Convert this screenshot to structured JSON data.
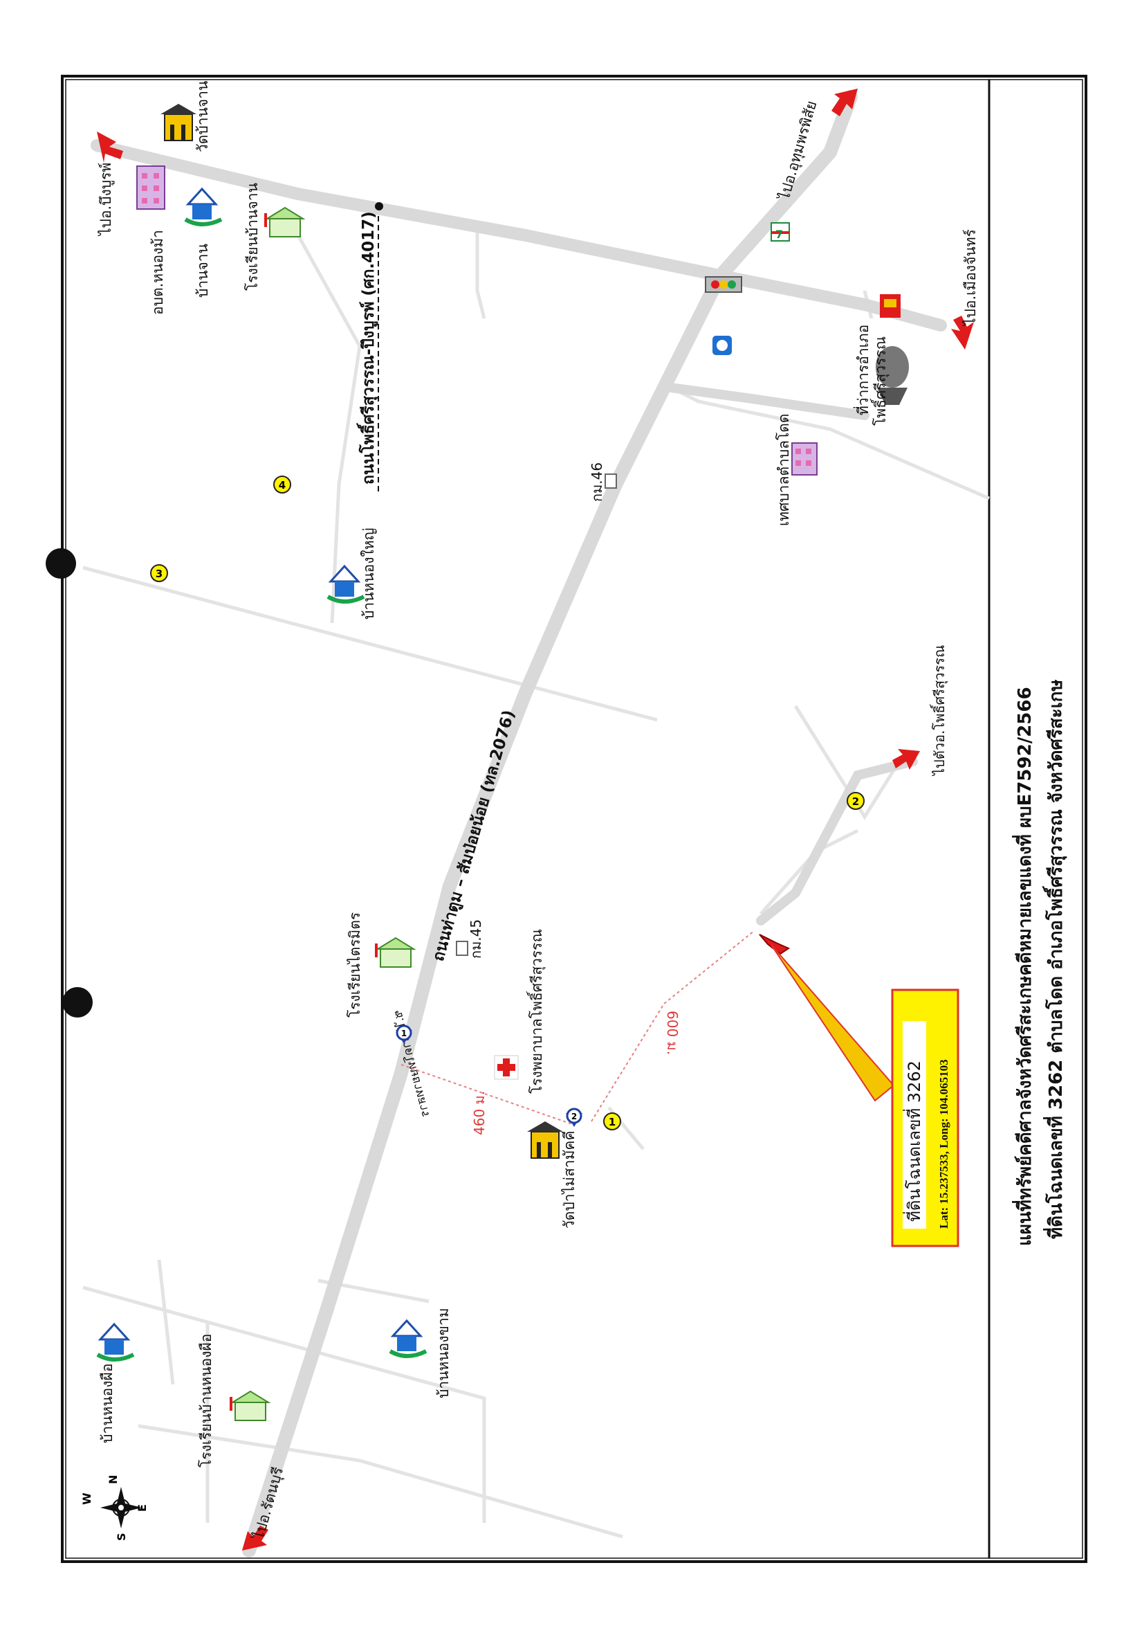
{
  "header": {
    "title_line1": "แผนที่ทรัพย์คดีศาลจังหวัดศรีสะเกษคดีหมายเลขแดงที่ ผบE7592/2566",
    "title_line2": "ที่ดินโฉนดเลขที่ 3262 ตำบลโดด อำเภอโพธิ์ศรีสุวรรณ จังหวัดศรีสะเกษ"
  },
  "callout": {
    "label": "ที่ดินโฉนดเลขที่ 3262",
    "coords": "Lat: 15.237533, Long: 104.065103"
  },
  "roads": {
    "main": "ถนนท่าตูม – สัมป่อยน้อย (ทล.2076)",
    "secondary": "ถนนโพธิ์ศรีสุวรรณ-ปึงบูรพ์ (ศก.4017)",
    "alley": "ซ.ไปลาดโทษยาทสาร"
  },
  "destinations": {
    "to_bueng_burapha": "ไปอ.บึงบูรพ์",
    "to_uthumphon": "ไปอ.อุทุมพรพิสัย",
    "to_mueang_chan": "ไปอ.เมืองจันทร์",
    "to_rattanaburi": "ไปอ.รัตนบุรี",
    "to_pho_si_junction": "ไปตัวอ.โพธิ์ศรีสุวรรณ"
  },
  "places": {
    "wat_ban_chan": "วัดบ้านจาน",
    "obt_nong_ma": "อบต.หนองม้า",
    "ban_chan": "บ้านจาน",
    "school_ban_chan": "โรงเรียนบ้านจาน",
    "ban_nong_yai": "บ้านหนองใหญ่",
    "km46": "กม.46",
    "tessaban": "เทศบาลตำบลโดด",
    "district_office_1": "ที่ว่าการอำเภอ",
    "district_office_2": "โพธิ์ศรีสุวรรณ",
    "school_trai_mit": "โรงเรียนไตรมิตร",
    "km45": "กม.45",
    "hospital": "โรงพยาบาลโพธิ์ศรีสุวรรณ",
    "wat_pa": "วัดป่าไม่สามัคคี",
    "ban_nong_phue": "บ้านหนองผือ",
    "school_nong_phue": "โรงเรียนบ้านหนองผือ",
    "ban_nong_kham": "บ้านหนองขาม"
  },
  "distances": {
    "d460": "460 ม.",
    "d600": "600 ม."
  },
  "markers": {
    "m1": "1",
    "m2": "2",
    "m3": "3",
    "m4": "4",
    "p1": "1",
    "p2": "2"
  },
  "compass": {
    "n": "N",
    "s": "S",
    "e": "E",
    "w": "W"
  },
  "colors": {
    "arrow": "#e01b1b",
    "callout_fill": "#fff200",
    "callout_border": "#e0322b",
    "marker_fill": "#fff200",
    "road": "#d9d9d9",
    "seven_eleven_green": "#1a8a3a"
  }
}
